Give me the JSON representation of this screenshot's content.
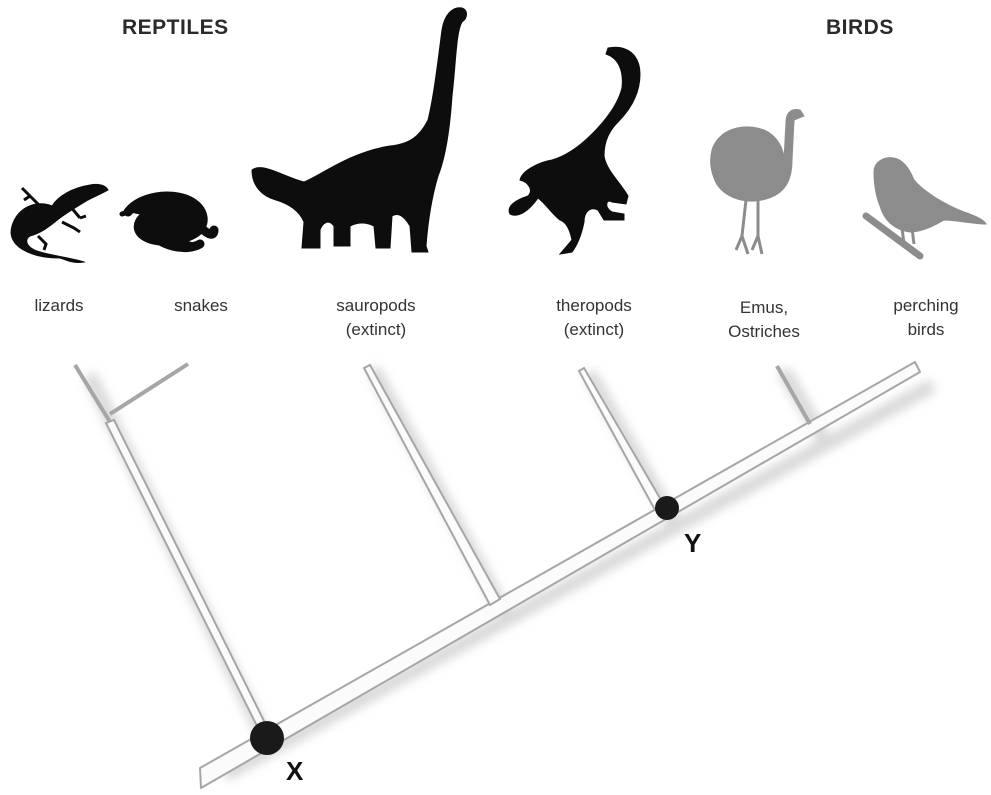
{
  "groups": {
    "reptiles": "REPTILES",
    "birds": "BIRDS"
  },
  "taxa": [
    {
      "name": "lizards",
      "line1": "lizards",
      "line2": "",
      "silhouette": "lizard-icon",
      "color": "#0d0d0d"
    },
    {
      "name": "snakes",
      "line1": "snakes",
      "line2": "",
      "silhouette": "snake-icon",
      "color": "#0d0d0d"
    },
    {
      "name": "sauropods",
      "line1": "sauropods",
      "line2": "(extinct)",
      "silhouette": "sauropod-icon",
      "color": "#0d0d0d"
    },
    {
      "name": "theropods",
      "line1": "theropods",
      "line2": "(extinct)",
      "silhouette": "theropod-icon",
      "color": "#0d0d0d"
    },
    {
      "name": "emus-ostriches",
      "line1": "Emus,",
      "line2": "Ostriches",
      "silhouette": "ostrich-icon",
      "color": "#8c8c8c"
    },
    {
      "name": "perching-birds",
      "line1": "perching",
      "line2": "birds",
      "silhouette": "perching-bird-icon",
      "color": "#8c8c8c"
    }
  ],
  "nodes": {
    "x": "X",
    "y": "Y"
  },
  "colors": {
    "branch_fill": "#fafafa",
    "branch_outline": "#a8a8a8",
    "branch_shadow": "#d6d6d6",
    "node": "#1a1a1a"
  }
}
